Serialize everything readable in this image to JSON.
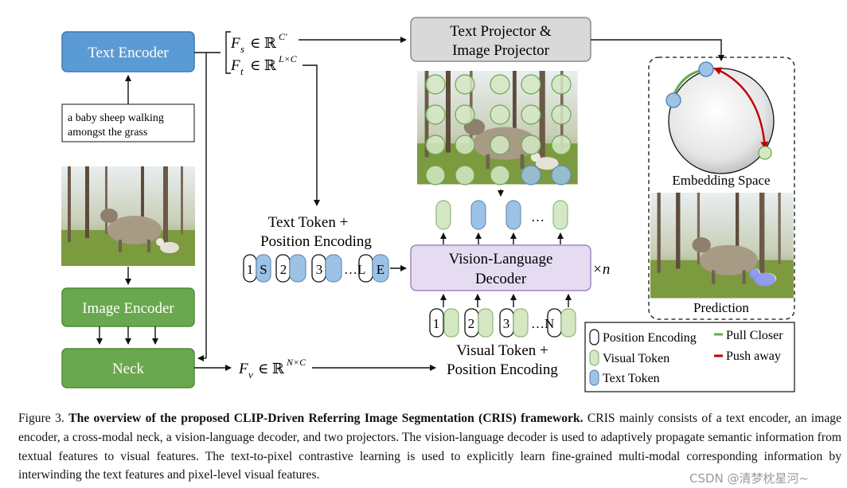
{
  "text_encoder": {
    "label": "Text Encoder"
  },
  "input_text": {
    "line1": "a baby sheep walking",
    "line2": "amongst the grass"
  },
  "image_encoder": {
    "label": "Image Encoder"
  },
  "neck": {
    "label": "Neck"
  },
  "features": {
    "fs_sym": "F",
    "fs_sub": "s",
    "fs_space": "∈ ℝ",
    "fs_sup": "C′",
    "ft_sym": "F",
    "ft_sub": "t",
    "ft_space": "∈ ℝ",
    "ft_sup": "L×C",
    "fv_sym": "F",
    "fv_sub": "v",
    "fv_space": "∈ ℝ",
    "fv_sup": "N×C"
  },
  "projector": {
    "line1": "Text Projector &",
    "line2": "Image Projector"
  },
  "decoder": {
    "line1": "Vision-Language",
    "line2": "Decoder",
    "repeat": "×n"
  },
  "text_token": {
    "title1": "Text Token +",
    "title2": "Position Encoding",
    "items": [
      "1",
      "S",
      "2",
      "3",
      "…L",
      "E"
    ]
  },
  "visual_token": {
    "title1": "Visual Token +",
    "title2": "Position Encoding",
    "items": [
      "1",
      "2",
      "3",
      "…N"
    ],
    "ellipsis": "…"
  },
  "embedding": {
    "label": "Embedding Space"
  },
  "prediction": {
    "label": "Prediction"
  },
  "legend": {
    "position_encoding": "Position  Encoding",
    "visual_token": "Visual Token",
    "text_token": "Text Token",
    "pull_closer": "Pull Closer",
    "push_away": "Push away"
  },
  "colors": {
    "encoder_blue": "#5b9bd5",
    "encoder_green": "#6aa84f",
    "projector_gray": "#d9d9d9",
    "decoder_purple": "#e6dcf2",
    "token_green": "#d5e8c4",
    "token_blue": "#9cc3e6",
    "pull_green": "#6aa84f",
    "push_red": "#c00000"
  },
  "caption": {
    "prefix": "Figure 3. ",
    "title": "The overview of the proposed CLIP-Driven Referring Image Segmentation (CRIS) framework.",
    "body": " CRIS mainly consists of a text encoder, an image encoder, a cross-modal neck, a vision-language decoder, and two projectors. The vision-language decoder is used to adaptively propagate semantic information from textual features to visual features. The text-to-pixel contrastive learning is used to explicitly learn fine-grained multi-modal corresponding information by interwinding the text features and pixel-level visual features."
  },
  "watermark": "CSDN @清梦枕星河~"
}
